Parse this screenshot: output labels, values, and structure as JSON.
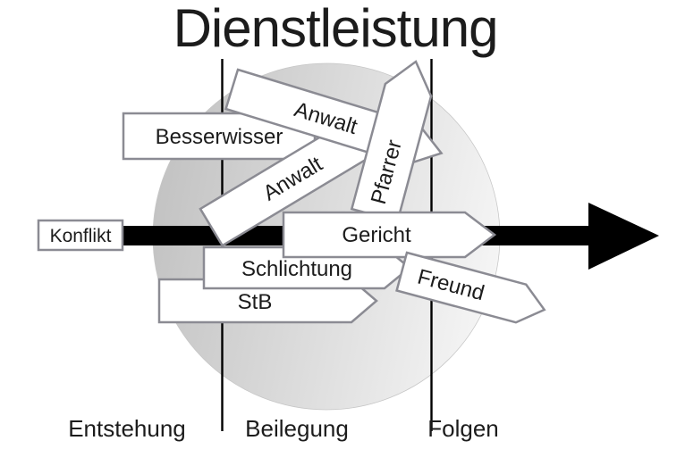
{
  "title": "Dienstleistung",
  "timeline": {
    "start_label": "Konflikt",
    "phases": [
      "Entstehung",
      "Beilegung",
      "Folgen"
    ]
  },
  "actors": {
    "besserwisser": "Besserwisser",
    "anwalt_top": "Anwalt",
    "anwalt_diagonal": "Anwalt",
    "pfarrer": "Pfarrer",
    "gericht": "Gericht",
    "schlichtung": "Schlichtung",
    "stb": "StB",
    "freund": "Freund"
  },
  "colors": {
    "shape_fill": "#ffffff",
    "shape_border": "#8b8b93",
    "timeline_arrow": "#000000",
    "text": "#1c1c1c",
    "circle_dark": "#c2c2c2",
    "circle_light": "#f5f5f5"
  }
}
